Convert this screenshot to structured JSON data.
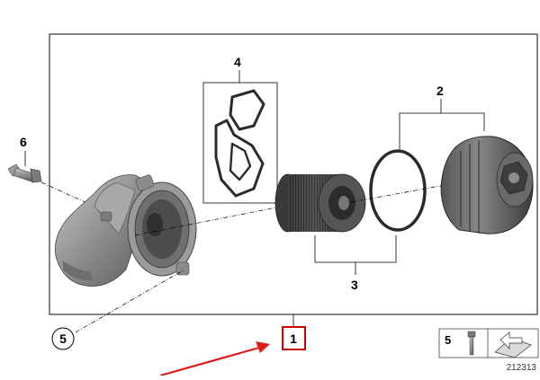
{
  "callouts": {
    "part_1": "1",
    "part_2": "2",
    "part_3": "3",
    "part_4": "4",
    "part_5": "5",
    "part_6": "6"
  },
  "legend": {
    "item_number": "5",
    "diagram_id": "212313"
  },
  "colors": {
    "highlight_box": "#cc0000",
    "arrow": "#e01b1b",
    "frame": "#333333",
    "metal": "#8a8a8a",
    "dark_part": "#3a3a3a"
  }
}
